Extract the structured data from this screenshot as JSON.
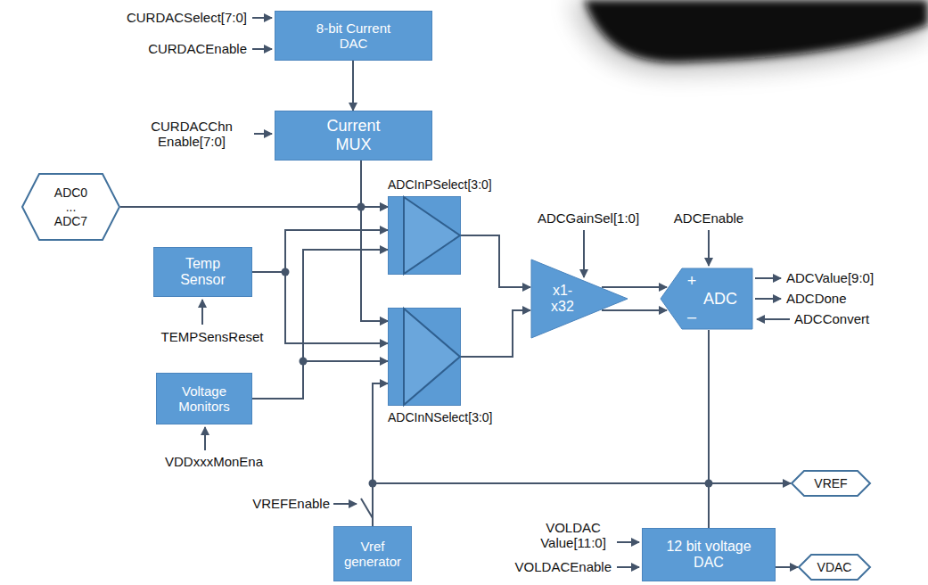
{
  "diagram": {
    "nodes": [
      {
        "text": [
          "8-bit Current DAC"
        ]
      },
      {
        "text": [
          "Current MUX"
        ]
      },
      {
        "text": [
          "ADC0 ... ADC7"
        ]
      },
      {
        "text": [
          "ADCInPSelect[3:0]"
        ]
      },
      {
        "text": [
          "Temp Sensor"
        ]
      },
      {
        "text": [
          "x1- x32"
        ]
      },
      {
        "text": [
          "+",
          "ADC",
          "–"
        ]
      },
      {
        "text": [
          "ADCInNSelect[3:0]"
        ]
      },
      {
        "text": [
          "Voltage Monitors"
        ]
      },
      {
        "text": [
          "VREF"
        ]
      },
      {
        "text": [
          "Vref generator"
        ]
      },
      {
        "text": [
          "12 bit voltage DAC"
        ]
      },
      {
        "text": [
          "VDAC"
        ]
      }
    ],
    "edges": [
      {
        "from": 0,
        "to": 1,
        "arrow": "to"
      },
      {
        "from": 1,
        "to": 3,
        "arrow": "to"
      },
      {
        "from": 1,
        "to": 7,
        "arrow": "to"
      },
      {
        "from": 2,
        "to": 3,
        "arrow": "to"
      },
      {
        "from": 2,
        "to": 7,
        "arrow": "to"
      },
      {
        "from": 4,
        "to": 3,
        "arrow": "to"
      },
      {
        "from": 4,
        "to": 7,
        "arrow": "to"
      },
      {
        "from": 8,
        "to": 3,
        "arrow": "to"
      },
      {
        "from": 8,
        "to": 7,
        "arrow": "to"
      },
      {
        "from": 3,
        "to": 5,
        "arrow": "to"
      },
      {
        "from": 7,
        "to": 5,
        "arrow": "to"
      },
      {
        "from": 5,
        "to": 6,
        "arrow": "to"
      },
      {
        "from": 5,
        "to": 6,
        "arrow": "to"
      },
      {
        "from": 10,
        "to": 7,
        "arrow": "to"
      },
      {
        "from": 10,
        "to": 9,
        "arrow": "to"
      },
      {
        "from": 10,
        "to": 6,
        "arrow": "none"
      },
      {
        "from": 10,
        "to": 11,
        "arrow": "none"
      },
      {
        "from": 11,
        "to": 12,
        "arrow": "to"
      }
    ],
    "labels": [
      "CURDACSelect[7:0]",
      "CURDACEnable",
      "CURDACChn Enable[7:0]",
      "ADCGainSel[1:0]",
      "ADCEnable",
      "ADCValue[9:0]",
      "ADCDone",
      "ADCConvert",
      "TEMPSensReset",
      "VDDxxxMonEna",
      "VREFEnable",
      "VOLDAC Value[11:0]",
      "VOLDACEnable"
    ]
  }
}
